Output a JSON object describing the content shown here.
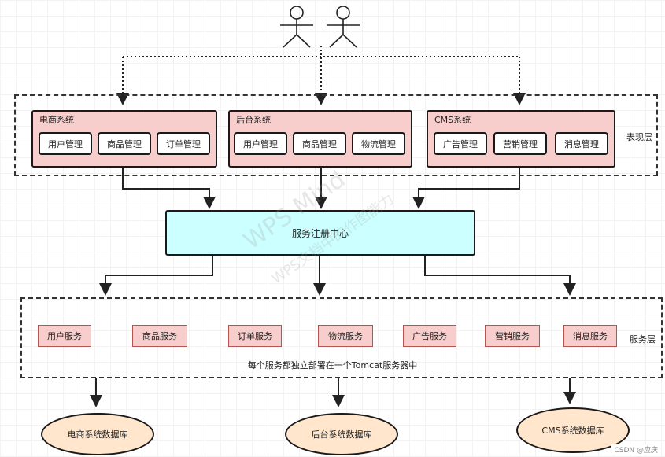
{
  "layers": {
    "presentation_label": "表现层",
    "service_label": "服务层"
  },
  "systems": [
    {
      "title": "电商系统",
      "modules": [
        "用户管理",
        "商品管理",
        "订单管理"
      ]
    },
    {
      "title": "后台系统",
      "modules": [
        "用户管理",
        "商品管理",
        "物流管理"
      ]
    },
    {
      "title": "CMS系统",
      "modules": [
        "广告管理",
        "营销管理",
        "消息管理"
      ]
    }
  ],
  "registry": {
    "label": "服务注册中心"
  },
  "services": [
    "用户服务",
    "商品服务",
    "订单服务",
    "物流服务",
    "广告服务",
    "营销服务",
    "消息服务"
  ],
  "service_note": "每个服务都独立部署在一个Tomcat服务器中",
  "databases": [
    "电商系统数据库",
    "后台系统数据库",
    "CMS系统数据库"
  ],
  "watermark": {
    "main": "WPS Mind",
    "sub": "WPS文档中的作图能力"
  },
  "footer": "CSDN @应庆"
}
